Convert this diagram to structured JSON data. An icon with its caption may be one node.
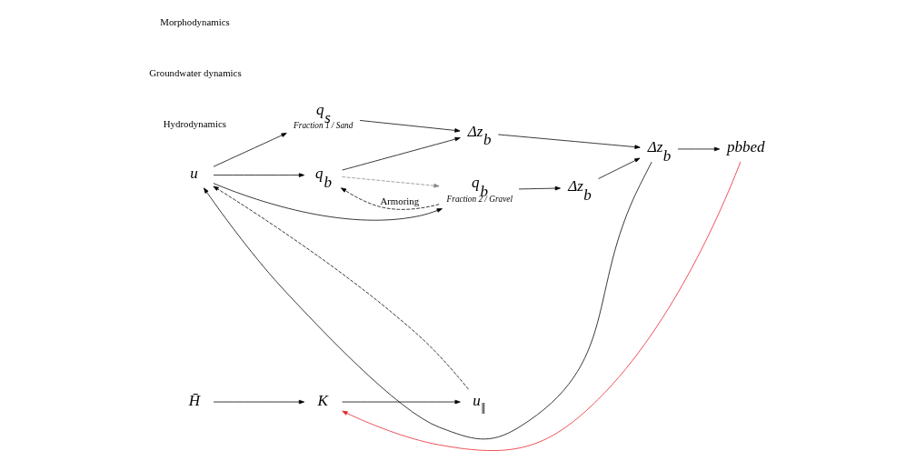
{
  "diagram": {
    "nodes": [
      {
        "text": [
          "u"
        ]
      },
      {
        "text": [
          "H̄"
        ]
      },
      {
        "text": [
          "K"
        ]
      },
      {
        "text": [
          "u$_{‖}$"
        ]
      },
      {
        "text": [
          "q$_{s}$"
        ],
        "beside": [
          "Fraction 1 / Sand"
        ]
      },
      {
        "text": [
          "q$_{b}$"
        ]
      },
      {
        "text": [
          "q$_{b}$"
        ],
        "beside": [
          "Fraction 2 / Gravel"
        ]
      },
      {
        "text": [
          "Δz$_{b}$"
        ]
      },
      {
        "text": [
          "Δz$_{b}$"
        ]
      },
      {
        "text": [
          "Δz$_{b}$"
        ]
      },
      {
        "text": [
          "pbbed"
        ]
      }
    ],
    "edges": [
      {
        "from": 0,
        "to": 4,
        "arrow": "to"
      },
      {
        "from": 0,
        "to": 5,
        "arrow": "to"
      },
      {
        "from": 0,
        "to": 6,
        "arrow": "to"
      },
      {
        "from": 1,
        "to": 2,
        "arrow": "to"
      },
      {
        "from": 2,
        "to": 3,
        "arrow": "to"
      },
      {
        "from": 3,
        "to": 0,
        "arrow": "to",
        "style": "dashed"
      },
      {
        "from": 4,
        "to": 7,
        "arrow": "to"
      },
      {
        "from": 5,
        "to": 7,
        "arrow": "to"
      },
      {
        "from": 6,
        "to": 8,
        "arrow": "to"
      },
      {
        "from": 6,
        "to": 5,
        "arrow": "to",
        "style": "dashed",
        "label": "Armoring"
      },
      {
        "from": 5,
        "to": 6,
        "arrow": "to",
        "style": "dashed",
        "color": "#888888"
      },
      {
        "from": 7,
        "to": 9,
        "arrow": "to"
      },
      {
        "from": 8,
        "to": 9,
        "arrow": "to"
      },
      {
        "from": 9,
        "to": 10,
        "arrow": "to"
      },
      {
        "from": 9,
        "to": 0,
        "arrow": "to"
      },
      {
        "from": 10,
        "to": 2,
        "arrow": "to",
        "color": "#e8202a"
      }
    ],
    "labels": [
      "Hydrodynamics",
      "Groundwater dynamics",
      "Morphodynamics"
    ]
  }
}
